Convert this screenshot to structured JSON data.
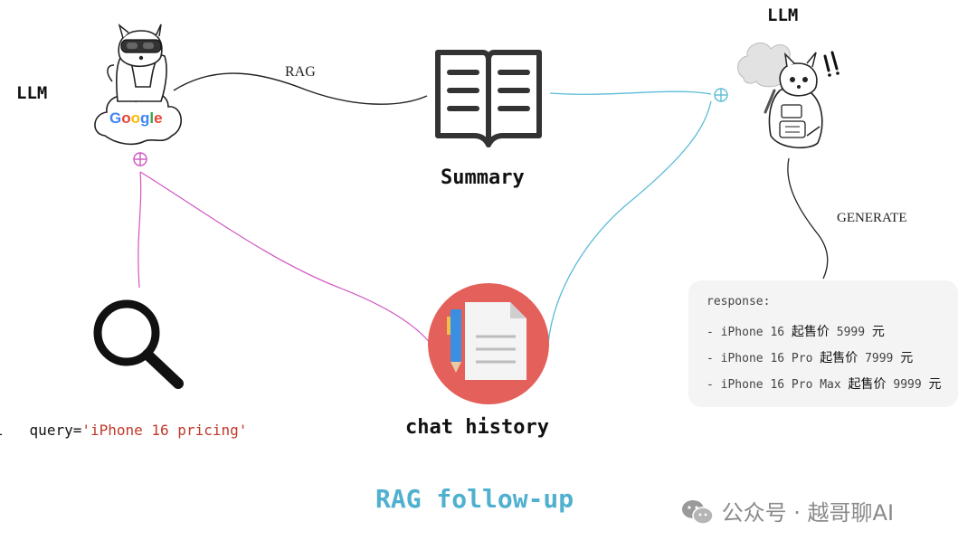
{
  "diagram": {
    "llm_left_label": "LLM",
    "llm_right_label": "LLM",
    "rag_edge_label": "RAG",
    "generate_edge_label": "GENERATE",
    "summary_label": "Summary",
    "chat_history_label": "chat history",
    "google_text": "Google",
    "query": {
      "prefix": "l",
      "key": "query=",
      "value": "'iPhone 16 pricing'"
    },
    "response": {
      "header": "response:",
      "items": [
        {
          "model": "- iPhone 16",
          "cn": "起售价",
          "price": "5999",
          "unit": "元"
        },
        {
          "model": "- iPhone 16 Pro",
          "cn": "起售价",
          "price": "7999",
          "unit": "元"
        },
        {
          "model": "- iPhone 16 Pro Max",
          "cn": "起售价",
          "price": "9999",
          "unit": "元"
        }
      ]
    },
    "title": "RAG follow-up",
    "watermark": "公众号 · 越哥聊AI"
  },
  "colors": {
    "magenta_edge": "#d155c2",
    "blue_edge": "#5bbcd6",
    "title_color": "#4fb0cf",
    "chat_icon_bg": "#e4605a"
  }
}
